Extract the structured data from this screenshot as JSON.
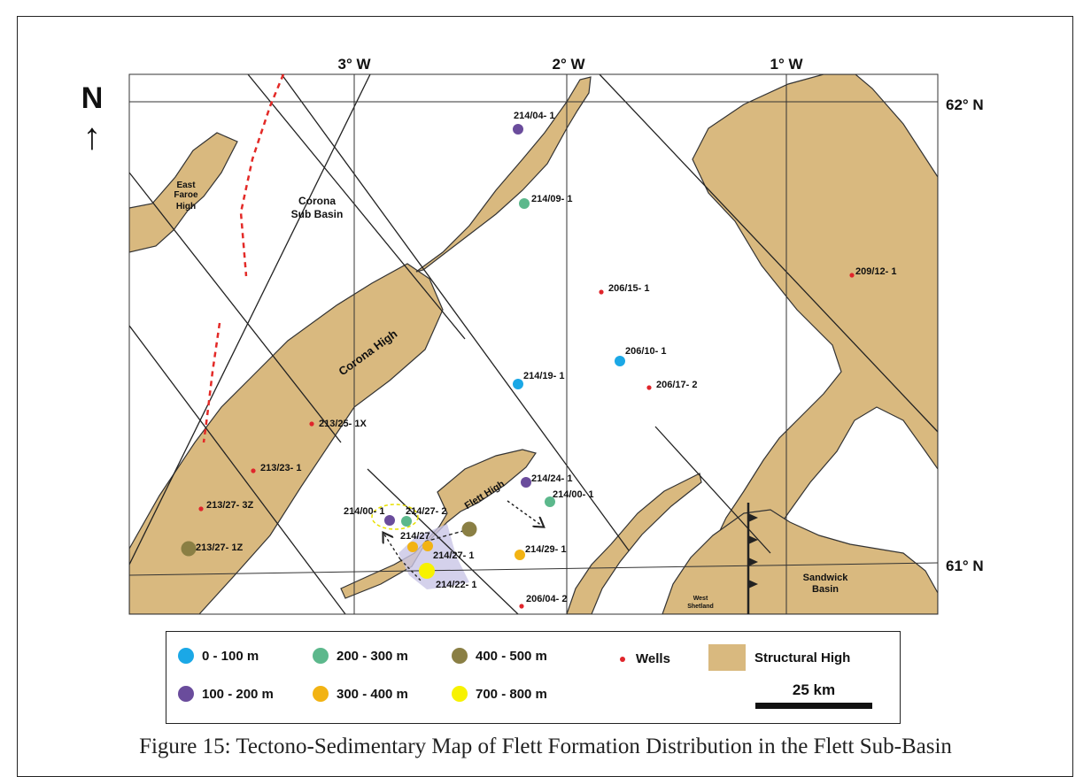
{
  "compass": {
    "letter": "N",
    "arrow": "↑"
  },
  "longitudes": [
    "3° W",
    "2° W",
    "1° W"
  ],
  "latitudes": [
    "62° N",
    "61° N"
  ],
  "area_labels": {
    "east_faroe_high": [
      "East",
      "Faroe",
      "High"
    ],
    "corona_sub_basin": [
      "Corona",
      "Sub Basin"
    ],
    "corona_high": "Corona High",
    "flett_high": "Flett High",
    "west_shetland": [
      "West",
      "Shetland"
    ],
    "sandwick_basin": [
      "Sandwick",
      "Basin"
    ]
  },
  "depth_classes": [
    {
      "id": "d0",
      "label": "0 - 100 m",
      "color": "#1ba8e6"
    },
    {
      "id": "d1",
      "label": "100 - 200 m",
      "color": "#6a4c9c"
    },
    {
      "id": "d2",
      "label": "200 - 300 m",
      "color": "#5cb88c"
    },
    {
      "id": "d3",
      "label": "300 - 400 m",
      "color": "#f2b313"
    },
    {
      "id": "d4",
      "label": "400 - 500 m",
      "color": "#8a7f44"
    },
    {
      "id": "d7",
      "label": "700 - 800 m",
      "color": "#f7f200"
    }
  ],
  "colors": {
    "structural_high": "#d9b97f",
    "well": "#e0252b",
    "fault": "#222222",
    "boundary": "#e32a27"
  },
  "wells": [
    {
      "name": "214/04- 1",
      "depth_class": "d1"
    },
    {
      "name": "214/09- 1",
      "depth_class": "d2"
    },
    {
      "name": "206/15- 1",
      "depth_class": null
    },
    {
      "name": "209/12- 1",
      "depth_class": null
    },
    {
      "name": "206/10- 1",
      "depth_class": "d0"
    },
    {
      "name": "214/19- 1",
      "depth_class": "d0"
    },
    {
      "name": "206/17- 2",
      "depth_class": null
    },
    {
      "name": "213/25- 1X",
      "depth_class": null
    },
    {
      "name": "213/23- 1",
      "depth_class": null
    },
    {
      "name": "214/24- 1",
      "depth_class": "d1"
    },
    {
      "name": "214/00- 1",
      "depth_class": "d2"
    },
    {
      "name": "213/27- 3Z",
      "depth_class": null
    },
    {
      "name": "214/00- 1",
      "depth_class": "d1"
    },
    {
      "name": "214/27- 2",
      "depth_class": "d2"
    },
    {
      "name": "214/27",
      "depth_class": "d3"
    },
    {
      "name": "214/27- 1",
      "depth_class": "d3"
    },
    {
      "name": "214/29- 1",
      "depth_class": "d3"
    },
    {
      "name": "213/27- 1Z",
      "depth_class": "d4"
    },
    {
      "name": "214/22- 1",
      "depth_class": "d7"
    },
    {
      "name": "206/04- 2",
      "depth_class": null
    },
    {
      "name": "",
      "depth_class": "d4"
    }
  ],
  "legend": {
    "wells_label": "Wells",
    "structural_high_label": "Structural High",
    "scale_label": "25 km"
  },
  "caption": "Figure 15: Tectono-Sedimentary Map of Flett Formation Distribution in the Flett Sub-Basin"
}
